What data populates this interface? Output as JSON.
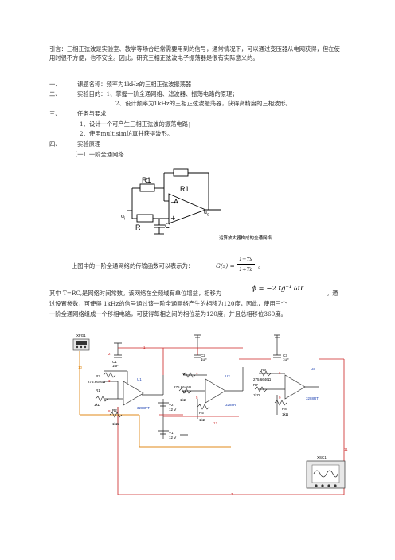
{
  "intro": "引言：三相正弦波是实验室、教学等场合经常需要用到的信号，通常情况下，可以通过变压器从电网获得，但在使用时很不方便，也不安全。因此，研究三相正弦波电子振荡器是很有实际意义的。",
  "items": [
    {
      "num": "一、",
      "text": "课题名称：频率为1kHz的三相正弦波振荡器"
    },
    {
      "num": "二、",
      "text": "实验目的：1、掌握一阶全通网络、滤波器、振荡电路的原理；"
    },
    {
      "num": "",
      "text": "2、设计频率为1kHz的三相正弦波振荡器，获得高精度的三相波形。"
    },
    {
      "num": "三、",
      "text": "任务与要求"
    },
    {
      "num": "",
      "text": "1、设计一个可产生三相正弦波的振荡电路；"
    },
    {
      "num": "",
      "text": "2、使用multisim仿真并获得波形。"
    },
    {
      "num": "四、",
      "text": "实验原理"
    },
    {
      "num": "",
      "text": "（一）一阶全通网络"
    }
  ],
  "figure1": {
    "labels": {
      "r1_top": "R1",
      "r1_fb": "R1",
      "amp": "A",
      "r": "R",
      "c": "C",
      "ui": "u",
      "ui_sub": "i",
      "uo": "u",
      "uo_sub": "o"
    },
    "caption": "运算放大器构成的全通网络"
  },
  "transfer": {
    "prefix": "上图中的一阶全通网络的传输函数可以表示为：",
    "lhs": "G(s) =",
    "num": "1−Ts",
    "den": "1+Ts",
    "suffix": "。"
  },
  "phase": {
    "line1_prefix": "其中 T=RC,是网络时间常数。该网络在全频域有单位增益，相移为",
    "formula": "ϕ = −2 tg⁻¹ ωT",
    "line1_suffix": "。通",
    "line2": "过设置参数，可使得 1kHz的信号通过该一阶全通网络产生的相移为120度，因此，使用三个",
    "line3": "一阶全通网络组成一个移相电路，可使得每相之间的相位差为120度，并且总相移位360度。"
  },
  "circuit": {
    "xfg1": "XFG1",
    "xsc1": "XSC1",
    "parts": {
      "c1": "C1",
      "c1v": "1uF",
      "c2": "C2",
      "c2v": "1uF",
      "c3": "C3",
      "c3v": "1uF",
      "r3": "R3",
      "r3v": "275.6646Ω",
      "r1": "R1",
      "r1v": "1kΩ",
      "r2": "R2",
      "r2v": "1kΩ",
      "r6": "R6",
      "r6v": "275.6646Ω",
      "r4": "R4",
      "r4v": "1kΩ",
      "r5": "R5",
      "r5v": "1kΩ",
      "r9": "R9",
      "r9v": "275.6646Ω",
      "r7": "R7",
      "r7v": "1kΩ",
      "r8": "R8",
      "r8v": "1kΩ",
      "u1": "U1",
      "u2": "U2",
      "u3": "U3",
      "op": "3288RT",
      "v2": "V2",
      "v2v": "12 V",
      "v1": "V1",
      "v1v": "12 V"
    },
    "nets": [
      "1",
      "2",
      "3",
      "4",
      "5",
      "6",
      "7",
      "8",
      "9",
      "10",
      "11",
      "12"
    ]
  }
}
